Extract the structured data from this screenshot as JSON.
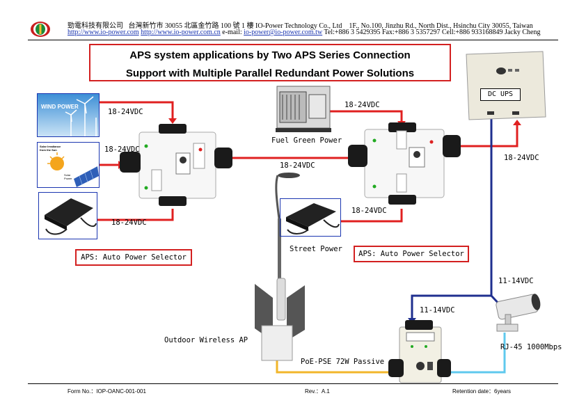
{
  "header": {
    "company_cn": "勁電科技有限公司",
    "address_cn": "台灣新竹市 30055 北區金竹路 100 號 1 樓",
    "company_en": "IO-Power Technology Co., Ltd",
    "address_en": "1F., No.100, Jinzhu Rd., North Dist., Hsinchu City 30055, Taiwan",
    "url1": "http://www.io-power.com",
    "url2": "http://www.io-power.com.cn",
    "email_label": "e-mail:",
    "email": "io-power@io-power.com.tw",
    "contact": "Tel:+886 3 5429395 Fax:+886 3 5357297 Cell:+886 933168849 Jacky Cheng"
  },
  "title": {
    "line1": "APS system applications by Two APS Series Connection",
    "line2": "Support with Multiple Parallel Redundant Power Solutions"
  },
  "labels": {
    "wind_power": "WIND POWER",
    "v1": "18-24VDC",
    "v2": "18-24VDC",
    "v3": "18-24VDC",
    "v4": "18-24VDC",
    "v5": "18-24VDC",
    "v6": "18-24VDC",
    "v7": "18-24VDC",
    "fuel": "Fuel Green Power",
    "dc_ups": "DC UPS",
    "street": "Street Power",
    "aps1": "APS: Auto Power Selector",
    "aps2": "APS: Auto Power Selector",
    "v11a": "11-14VDC",
    "v11b": "11-14VDC",
    "wireless": "Outdoor Wireless AP",
    "poe": "PoE-PSE 72W Passive",
    "rj45": "RJ-45 1000Mbps",
    "solar_caption": "Solar Irradiance from the Sun",
    "solar_power": "Solar Power"
  },
  "footer": {
    "form": "Form No.：IOP-OANC-001-001",
    "rev": "Rev.：A.1",
    "retention": "Retention date：6years"
  },
  "colors": {
    "red_line": "#e02020",
    "blue_line": "#1f2f8f",
    "yellow_line": "#f2b62a",
    "cyan_line": "#5fc9ee",
    "box_red": "#d32020"
  }
}
